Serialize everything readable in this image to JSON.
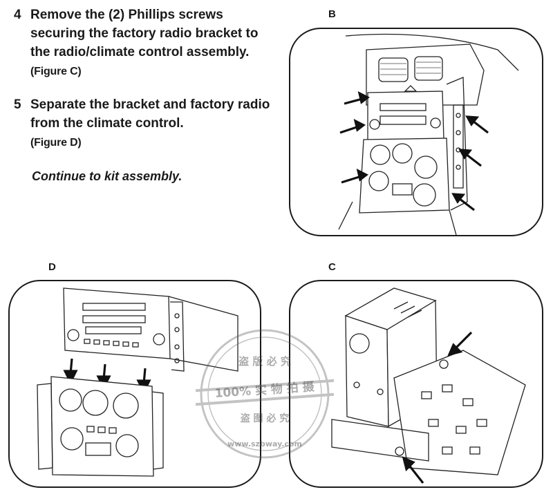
{
  "steps": [
    {
      "number": "4",
      "text": "Remove the (2) Phillips screws securing the factory radio bracket to the radio/climate control assembly.",
      "figure_ref": "(Figure C)"
    },
    {
      "number": "5",
      "text": "Separate the bracket and factory radio from the climate control.",
      "figure_ref": "(Figure D)"
    }
  ],
  "continue_note": "Continue to kit assembly.",
  "figures": {
    "b": {
      "label": "B"
    },
    "c": {
      "label": "C"
    },
    "d": {
      "label": "D"
    }
  },
  "watermark": {
    "line1": "盗 版 必 究",
    "line2": "100% 实 物 拍 摄",
    "line3": "盗 图 必 究",
    "url": "www.szbway.com"
  }
}
